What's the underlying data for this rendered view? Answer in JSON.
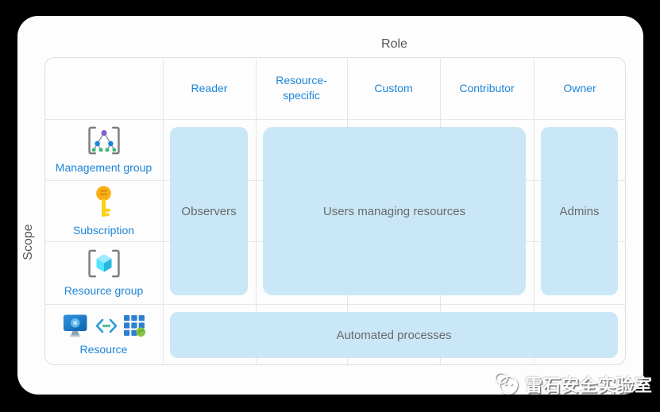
{
  "axes": {
    "role": "Role",
    "scope": "Scope"
  },
  "role_columns": [
    {
      "label": "Reader"
    },
    {
      "label": "Resource-specific"
    },
    {
      "label": "Custom"
    },
    {
      "label": "Contributor"
    },
    {
      "label": "Owner"
    }
  ],
  "scope_rows": [
    {
      "label": "Management group",
      "icon": "management-group-icon"
    },
    {
      "label": "Subscription",
      "icon": "subscription-key-icon"
    },
    {
      "label": "Resource group",
      "icon": "resource-group-icon"
    },
    {
      "label": "Resource",
      "icons": [
        "vm-monitor-icon",
        "code-icon",
        "app-grid-icon"
      ]
    }
  ],
  "assignment_blocks": [
    {
      "label": "Observers",
      "role_span": [
        "Reader"
      ],
      "scope_span": [
        "Management group",
        "Subscription",
        "Resource group"
      ]
    },
    {
      "label": "Users managing resources",
      "role_span": [
        "Resource-specific",
        "Custom",
        "Contributor"
      ],
      "scope_span": [
        "Management group",
        "Subscription",
        "Resource group"
      ]
    },
    {
      "label": "Admins",
      "role_span": [
        "Owner"
      ],
      "scope_span": [
        "Management group",
        "Subscription",
        "Resource group"
      ]
    },
    {
      "label": "Automated processes",
      "role_span": [
        "Reader",
        "Resource-specific",
        "Custom",
        "Contributor",
        "Owner"
      ],
      "scope_span": [
        "Resource"
      ]
    }
  ],
  "watermark": {
    "text": "雷石安全实验室"
  },
  "colors": {
    "background": "#000000",
    "card": "#fdfdfd",
    "grid_line": "#e6e6e6",
    "block_fill": "#c7e5f7",
    "accent_blue": "#1d85d8",
    "axis_label_gray": "#575757",
    "block_text_gray": "#696969",
    "key_gold": "#fbaf17",
    "cube_cyan": "#50e6ff",
    "tree_purple": "#8661c5",
    "leaf_green": "#41b871"
  }
}
